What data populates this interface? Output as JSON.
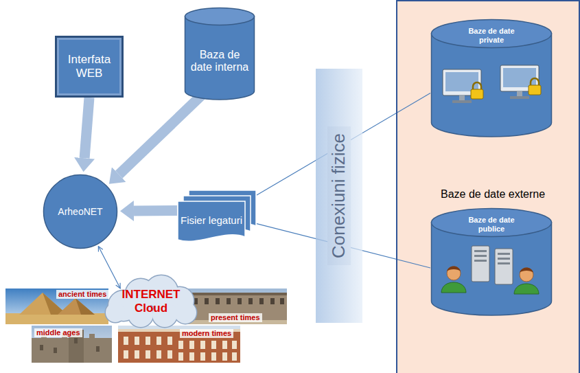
{
  "diagram": {
    "nodes": [
      {
        "text": [
          "Interfata WEB"
        ]
      },
      {
        "text": [
          "Baza de date interna"
        ]
      },
      {
        "text": [
          "ArheoNET"
        ]
      },
      {
        "text": [
          "Fisier legaturi"
        ]
      },
      {
        "text": [
          "Conexiuni fizice"
        ]
      },
      {
        "text": [
          "Baze de date externe"
        ]
      },
      {
        "text": [
          "Baze de date private"
        ],
        "in": 5
      },
      {
        "text": [
          "Baze de date publice"
        ],
        "in": 5
      },
      {
        "text": [
          "INTERNET Cloud"
        ]
      }
    ],
    "edges": [
      {
        "from": 0,
        "to": 2,
        "arrow": "to"
      },
      {
        "from": 1,
        "to": 2,
        "arrow": "to"
      },
      {
        "from": 3,
        "to": 2,
        "arrow": "to"
      },
      {
        "from": 2,
        "to": 8,
        "arrow": "both"
      },
      {
        "from": 3,
        "to": 6,
        "arrow": "none"
      },
      {
        "from": 3,
        "to": 7,
        "arrow": "none"
      }
    ],
    "labels": [
      "ancient times",
      "present times",
      "middle ages",
      "modern times"
    ]
  }
}
